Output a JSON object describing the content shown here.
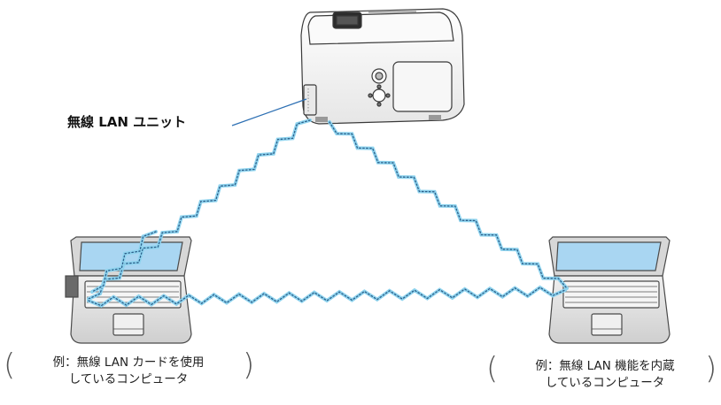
{
  "diagram": {
    "wireless_unit_label": "無線 LAN ユニット",
    "left_computer": {
      "line1": "例：無線 LAN カードを使用",
      "line2": "しているコンピュータ"
    },
    "right_computer": {
      "line1": "例：無線 LAN 機能を内蔵",
      "line2": "しているコンピュータ"
    },
    "colors": {
      "wave_dark": "#2d5f8a",
      "wave_light": "#8ed3ee",
      "laptop_body": "#dcdcdc",
      "laptop_outline": "#4a4a4a",
      "screen": "#a9d6f2",
      "projector_body": "#f3f3f3"
    }
  }
}
